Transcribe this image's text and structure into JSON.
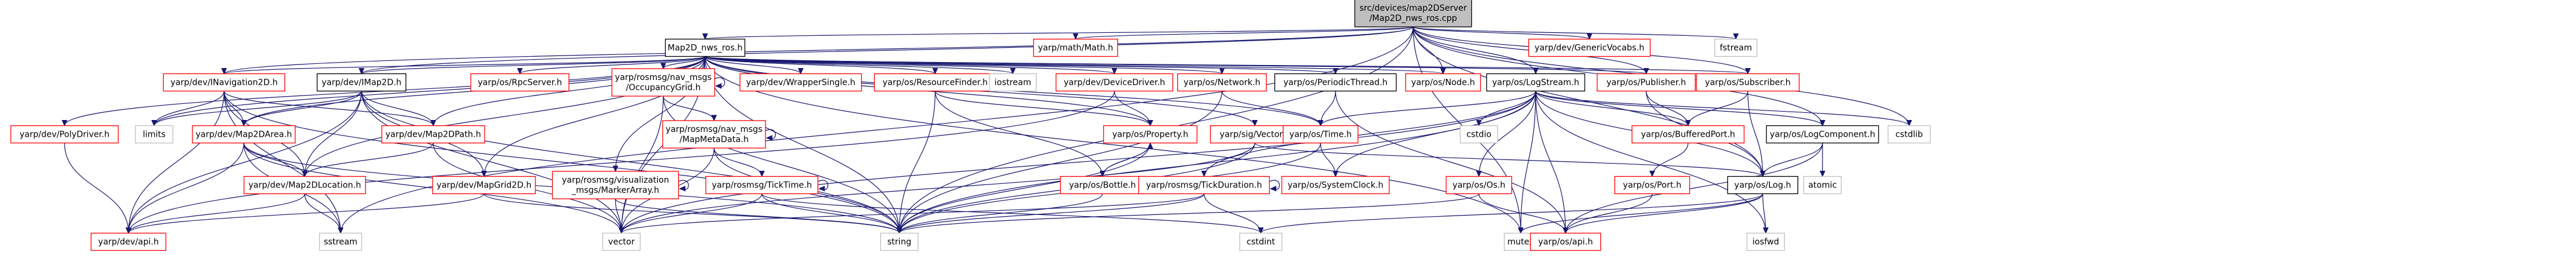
{
  "colors": {
    "background": "#ffffff",
    "edge": "#191970",
    "box_border_black": "#000000",
    "box_border_red": "#ff0000",
    "box_border_gray": "#bfbfbf",
    "root_fill": "#bfbfbf",
    "node_fill": "#ffffff",
    "link_text": "#ff0000"
  },
  "nodes": [
    {
      "id": "root",
      "lines": [
        "src/devices/map2DServer",
        "/Map2D_nws_ros.cpp"
      ],
      "style": "root"
    },
    {
      "id": "nws",
      "lines": [
        "Map2D_nws_ros.h"
      ],
      "style": "black"
    },
    {
      "id": "fstream",
      "lines": [
        "fstream"
      ],
      "style": "gray"
    },
    {
      "id": "genericvocabs",
      "lines": [
        "yarp/dev/GenericVocabs.h"
      ],
      "style": "red"
    },
    {
      "id": "mathmath",
      "lines": [
        "yarp/math/Math.h"
      ],
      "style": "red"
    },
    {
      "id": "navigation2d",
      "lines": [
        "yarp/dev/INavigation2D.h"
      ],
      "style": "red"
    },
    {
      "id": "imap2d",
      "lines": [
        "yarp/dev/IMap2D.h"
      ],
      "style": "black"
    },
    {
      "id": "rpcserver",
      "lines": [
        "yarp/os/RpcServer.h"
      ],
      "style": "red"
    },
    {
      "id": "occupancygrid",
      "lines": [
        "yarp/rosmsg/nav_msgs",
        "/OccupancyGrid.h"
      ],
      "style": "red"
    },
    {
      "id": "wrappersingle",
      "lines": [
        "yarp/dev/WrapperSingle.h"
      ],
      "style": "red"
    },
    {
      "id": "resourcefinder",
      "lines": [
        "yarp/os/ResourceFinder.h"
      ],
      "style": "red"
    },
    {
      "id": "iostream",
      "lines": [
        "iostream"
      ],
      "style": "gray"
    },
    {
      "id": "devicedriver",
      "lines": [
        "yarp/dev/DeviceDriver.h"
      ],
      "style": "red"
    },
    {
      "id": "network",
      "lines": [
        "yarp/os/Network.h"
      ],
      "style": "red"
    },
    {
      "id": "periodicthread",
      "lines": [
        "yarp/os/PeriodicThread.h"
      ],
      "style": "black"
    },
    {
      "id": "node",
      "lines": [
        "yarp/os/Node.h"
      ],
      "style": "red"
    },
    {
      "id": "logstream",
      "lines": [
        "yarp/os/LogStream.h"
      ],
      "style": "black"
    },
    {
      "id": "publisher",
      "lines": [
        "yarp/os/Publisher.h"
      ],
      "style": "red"
    },
    {
      "id": "subscriber",
      "lines": [
        "yarp/os/Subscriber.h"
      ],
      "style": "red"
    },
    {
      "id": "polydriver",
      "lines": [
        "yarp/dev/PolyDriver.h"
      ],
      "style": "red"
    },
    {
      "id": "limits",
      "lines": [
        "limits"
      ],
      "style": "gray"
    },
    {
      "id": "map2darea",
      "lines": [
        "yarp/dev/Map2DArea.h"
      ],
      "style": "red"
    },
    {
      "id": "map2dpath",
      "lines": [
        "yarp/dev/Map2DPath.h"
      ],
      "style": "red"
    },
    {
      "id": "mapmetadata",
      "lines": [
        "yarp/rosmsg/nav_msgs",
        "/MapMetaData.h"
      ],
      "style": "red"
    },
    {
      "id": "property",
      "lines": [
        "yarp/os/Property.h"
      ],
      "style": "red"
    },
    {
      "id": "vector",
      "lines": [
        "yarp/sig/Vector.h"
      ],
      "style": "red"
    },
    {
      "id": "time",
      "lines": [
        "yarp/os/Time.h"
      ],
      "style": "red"
    },
    {
      "id": "cstdio",
      "lines": [
        "cstdio"
      ],
      "style": "gray"
    },
    {
      "id": "bufferedport",
      "lines": [
        "yarp/os/BufferedPort.h"
      ],
      "style": "red"
    },
    {
      "id": "logcomponent",
      "lines": [
        "yarp/os/LogComponent.h"
      ],
      "style": "black"
    },
    {
      "id": "cstdlib",
      "lines": [
        "cstdlib"
      ],
      "style": "gray"
    },
    {
      "id": "map2dlocation",
      "lines": [
        "yarp/dev/Map2DLocation.h"
      ],
      "style": "red"
    },
    {
      "id": "mapgrid2d",
      "lines": [
        "yarp/dev/MapGrid2D.h"
      ],
      "style": "red"
    },
    {
      "id": "markerarray",
      "lines": [
        "yarp/rosmsg/visualization",
        "_msgs/MarkerArray.h"
      ],
      "style": "red"
    },
    {
      "id": "ticktime",
      "lines": [
        "yarp/rosmsg/TickTime.h"
      ],
      "style": "red"
    },
    {
      "id": "bottle",
      "lines": [
        "yarp/os/Bottle.h"
      ],
      "style": "red"
    },
    {
      "id": "systemclock",
      "lines": [
        "yarp/os/SystemClock.h"
      ],
      "style": "red"
    },
    {
      "id": "tickduration",
      "lines": [
        "yarp/rosmsg/TickDuration.h"
      ],
      "style": "red"
    },
    {
      "id": "os",
      "lines": [
        "yarp/os/Os.h"
      ],
      "style": "red"
    },
    {
      "id": "port",
      "lines": [
        "yarp/os/Port.h"
      ],
      "style": "red"
    },
    {
      "id": "log",
      "lines": [
        "yarp/os/Log.h"
      ],
      "style": "black"
    },
    {
      "id": "atomic",
      "lines": [
        "atomic"
      ],
      "style": "gray"
    },
    {
      "id": "devapi",
      "lines": [
        "yarp/dev/api.h"
      ],
      "style": "red"
    },
    {
      "id": "sstream",
      "lines": [
        "sstream"
      ],
      "style": "gray"
    },
    {
      "id": "vectorstd",
      "lines": [
        "vector"
      ],
      "style": "gray"
    },
    {
      "id": "string",
      "lines": [
        "string"
      ],
      "style": "gray"
    },
    {
      "id": "cstdint",
      "lines": [
        "cstdint"
      ],
      "style": "gray"
    },
    {
      "id": "mutex",
      "lines": [
        "mutex"
      ],
      "style": "gray"
    },
    {
      "id": "osapi",
      "lines": [
        "yarp/os/api.h"
      ],
      "style": "red"
    },
    {
      "id": "iosfwd",
      "lines": [
        "iosfwd"
      ],
      "style": "gray"
    }
  ],
  "edges": [
    [
      "root",
      "nws"
    ],
    [
      "root",
      "fstream"
    ],
    [
      "root",
      "genericvocabs"
    ],
    [
      "root",
      "mathmath"
    ],
    [
      "root",
      "navigation2d"
    ],
    [
      "root",
      "imap2d"
    ],
    [
      "root",
      "node"
    ],
    [
      "root",
      "logstream"
    ],
    [
      "root",
      "publisher"
    ],
    [
      "root",
      "subscriber"
    ],
    [
      "root",
      "logcomponent"
    ],
    [
      "root",
      "log"
    ],
    [
      "root",
      "cstdlib"
    ],
    [
      "root",
      "mutex"
    ],
    [
      "root",
      "string"
    ],
    [
      "root",
      "sstream"
    ],
    [
      "nws",
      "navigation2d"
    ],
    [
      "nws",
      "imap2d"
    ],
    [
      "nws",
      "rpcserver"
    ],
    [
      "nws",
      "occupancygrid"
    ],
    [
      "nws",
      "wrappersingle"
    ],
    [
      "nws",
      "resourcefinder"
    ],
    [
      "nws",
      "iostream"
    ],
    [
      "nws",
      "devicedriver"
    ],
    [
      "nws",
      "network"
    ],
    [
      "nws",
      "periodicthread"
    ],
    [
      "nws",
      "node"
    ],
    [
      "nws",
      "publisher"
    ],
    [
      "nws",
      "subscriber"
    ],
    [
      "nws",
      "polydriver"
    ],
    [
      "nws",
      "limits"
    ],
    [
      "nws",
      "map2darea"
    ],
    [
      "nws",
      "map2dpath"
    ],
    [
      "nws",
      "property"
    ],
    [
      "nws",
      "time"
    ],
    [
      "nws",
      "vector"
    ],
    [
      "nws",
      "mutex"
    ],
    [
      "nws",
      "markerarray"
    ],
    [
      "nws",
      "mapgrid2d"
    ],
    [
      "nws",
      "map2dlocation"
    ],
    [
      "nws",
      "string"
    ],
    [
      "nws",
      "vectorstd"
    ],
    [
      "navigation2d",
      "limits"
    ],
    [
      "navigation2d",
      "map2darea"
    ],
    [
      "navigation2d",
      "map2dpath"
    ],
    [
      "navigation2d",
      "map2dlocation"
    ],
    [
      "navigation2d",
      "devapi"
    ],
    [
      "navigation2d",
      "sstream"
    ],
    [
      "navigation2d",
      "string"
    ],
    [
      "imap2d",
      "limits"
    ],
    [
      "imap2d",
      "map2darea"
    ],
    [
      "imap2d",
      "map2dpath"
    ],
    [
      "imap2d",
      "map2dlocation"
    ],
    [
      "imap2d",
      "mapgrid2d"
    ],
    [
      "imap2d",
      "devapi"
    ],
    [
      "imap2d",
      "string"
    ],
    [
      "imap2d",
      "vectorstd"
    ],
    [
      "occupancygrid",
      "occupancygrid"
    ],
    [
      "occupancygrid",
      "mapmetadata"
    ],
    [
      "occupancygrid",
      "vectorstd"
    ],
    [
      "occupancygrid",
      "string"
    ],
    [
      "mapmetadata",
      "mapmetadata"
    ],
    [
      "mapmetadata",
      "ticktime"
    ],
    [
      "mapmetadata",
      "string"
    ],
    [
      "mapmetadata",
      "vectorstd"
    ],
    [
      "markerarray",
      "markerarray"
    ],
    [
      "markerarray",
      "vectorstd"
    ],
    [
      "markerarray",
      "string"
    ],
    [
      "resourcefinder",
      "property"
    ],
    [
      "resourcefinder",
      "bottle"
    ],
    [
      "resourcefinder",
      "string"
    ],
    [
      "devicedriver",
      "property"
    ],
    [
      "devicedriver",
      "devapi"
    ],
    [
      "network",
      "time"
    ],
    [
      "network",
      "string"
    ],
    [
      "periodicthread",
      "time"
    ],
    [
      "periodicthread",
      "osapi"
    ],
    [
      "polydriver",
      "devapi"
    ],
    [
      "map2darea",
      "map2dlocation"
    ],
    [
      "map2darea",
      "devapi"
    ],
    [
      "map2darea",
      "sstream"
    ],
    [
      "map2darea",
      "vectorstd"
    ],
    [
      "map2darea",
      "string"
    ],
    [
      "map2dpath",
      "map2dlocation"
    ],
    [
      "map2dpath",
      "vectorstd"
    ],
    [
      "map2dlocation",
      "devapi"
    ],
    [
      "map2dlocation",
      "sstream"
    ],
    [
      "mapgrid2d",
      "devapi"
    ],
    [
      "mapgrid2d",
      "string"
    ],
    [
      "property",
      "bottle"
    ],
    [
      "property",
      "string"
    ],
    [
      "bottle",
      "property"
    ],
    [
      "bottle",
      "string"
    ],
    [
      "vector",
      "log"
    ],
    [
      "vector",
      "string"
    ],
    [
      "vector",
      "vectorstd"
    ],
    [
      "time",
      "systemclock"
    ],
    [
      "time",
      "string"
    ],
    [
      "ticktime",
      "ticktime"
    ],
    [
      "ticktime",
      "string"
    ],
    [
      "ticktime",
      "cstdint"
    ],
    [
      "ticktime",
      "vectorstd"
    ],
    [
      "tickduration",
      "tickduration"
    ],
    [
      "tickduration",
      "string"
    ],
    [
      "tickduration",
      "cstdint"
    ],
    [
      "tickduration",
      "vectorstd"
    ],
    [
      "logstream",
      "time"
    ],
    [
      "logstream",
      "systemclock"
    ],
    [
      "logstream",
      "cstdio"
    ],
    [
      "logstream",
      "tickduration"
    ],
    [
      "logstream",
      "os"
    ],
    [
      "logstream",
      "log"
    ],
    [
      "logstream",
      "logcomponent"
    ],
    [
      "logstream",
      "osapi"
    ],
    [
      "logstream",
      "iosfwd"
    ],
    [
      "logstream",
      "mutex"
    ],
    [
      "logstream",
      "cstdlib"
    ],
    [
      "logstream",
      "vectorstd"
    ],
    [
      "logstream",
      "string"
    ],
    [
      "logstream",
      "bufferedport"
    ],
    [
      "publisher",
      "bufferedport"
    ],
    [
      "publisher",
      "log"
    ],
    [
      "subscriber",
      "bufferedport"
    ],
    [
      "subscriber",
      "log"
    ],
    [
      "bufferedport",
      "port"
    ],
    [
      "port",
      "osapi"
    ],
    [
      "os",
      "osapi"
    ],
    [
      "os",
      "string"
    ],
    [
      "logcomponent",
      "log"
    ],
    [
      "logcomponent",
      "atomic"
    ],
    [
      "logcomponent",
      "osapi"
    ],
    [
      "log",
      "osapi"
    ],
    [
      "log",
      "iosfwd"
    ],
    [
      "log",
      "cstdint"
    ],
    [
      "log",
      "mutex"
    ]
  ]
}
